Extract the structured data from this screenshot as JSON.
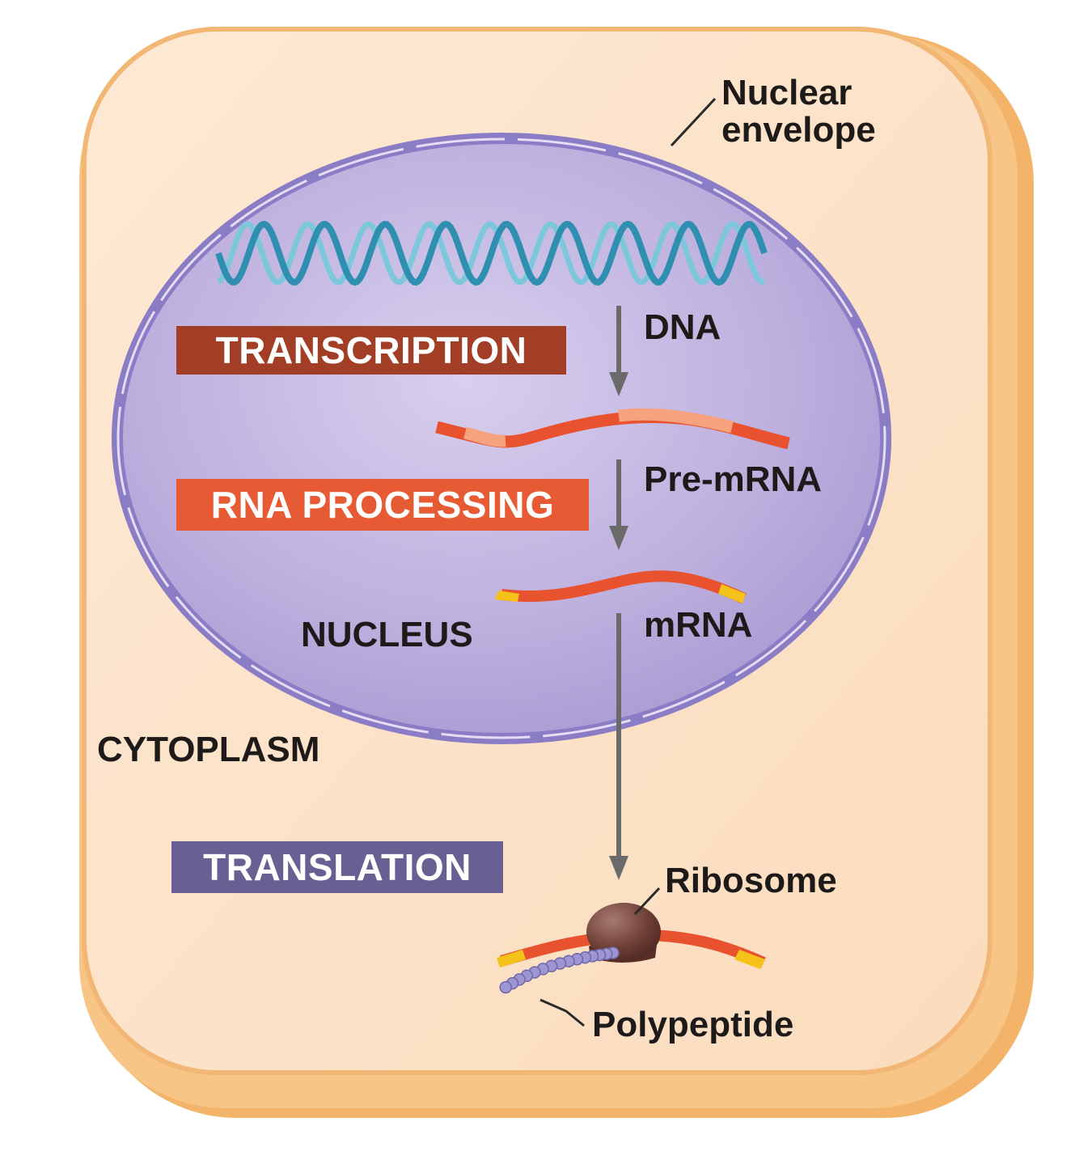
{
  "labels": {
    "nuclear_envelope_line1": "Nuclear",
    "nuclear_envelope_line2": "envelope",
    "dna": "DNA",
    "pre_mrna": "Pre-mRNA",
    "mrna": "mRNA",
    "nucleus": "NUCLEUS",
    "cytoplasm": "CYTOPLASM",
    "ribosome": "Ribosome",
    "polypeptide": "Polypeptide"
  },
  "stages": {
    "transcription": "TRANSCRIPTION",
    "rna_processing": "RNA PROCESSING",
    "translation": "TRANSLATION"
  },
  "colors": {
    "cell_fill": "#fbe1c6",
    "cell_border": "#f0b46c",
    "nucleus_fill": "#b4a6d6",
    "nucleus_border": "#8073be",
    "dna": "#3ea2bd",
    "mrna": "#e8522f",
    "exon_light": "#f6a27e",
    "cap": "#f5c21a",
    "arrow": "#6a6a6a",
    "transcription_box": "#a33e26",
    "rna_processing_box": "#e65a34",
    "translation_box": "#6a5f92",
    "ribosome": "#6b3d35",
    "polypeptide": "#9e96d2"
  }
}
